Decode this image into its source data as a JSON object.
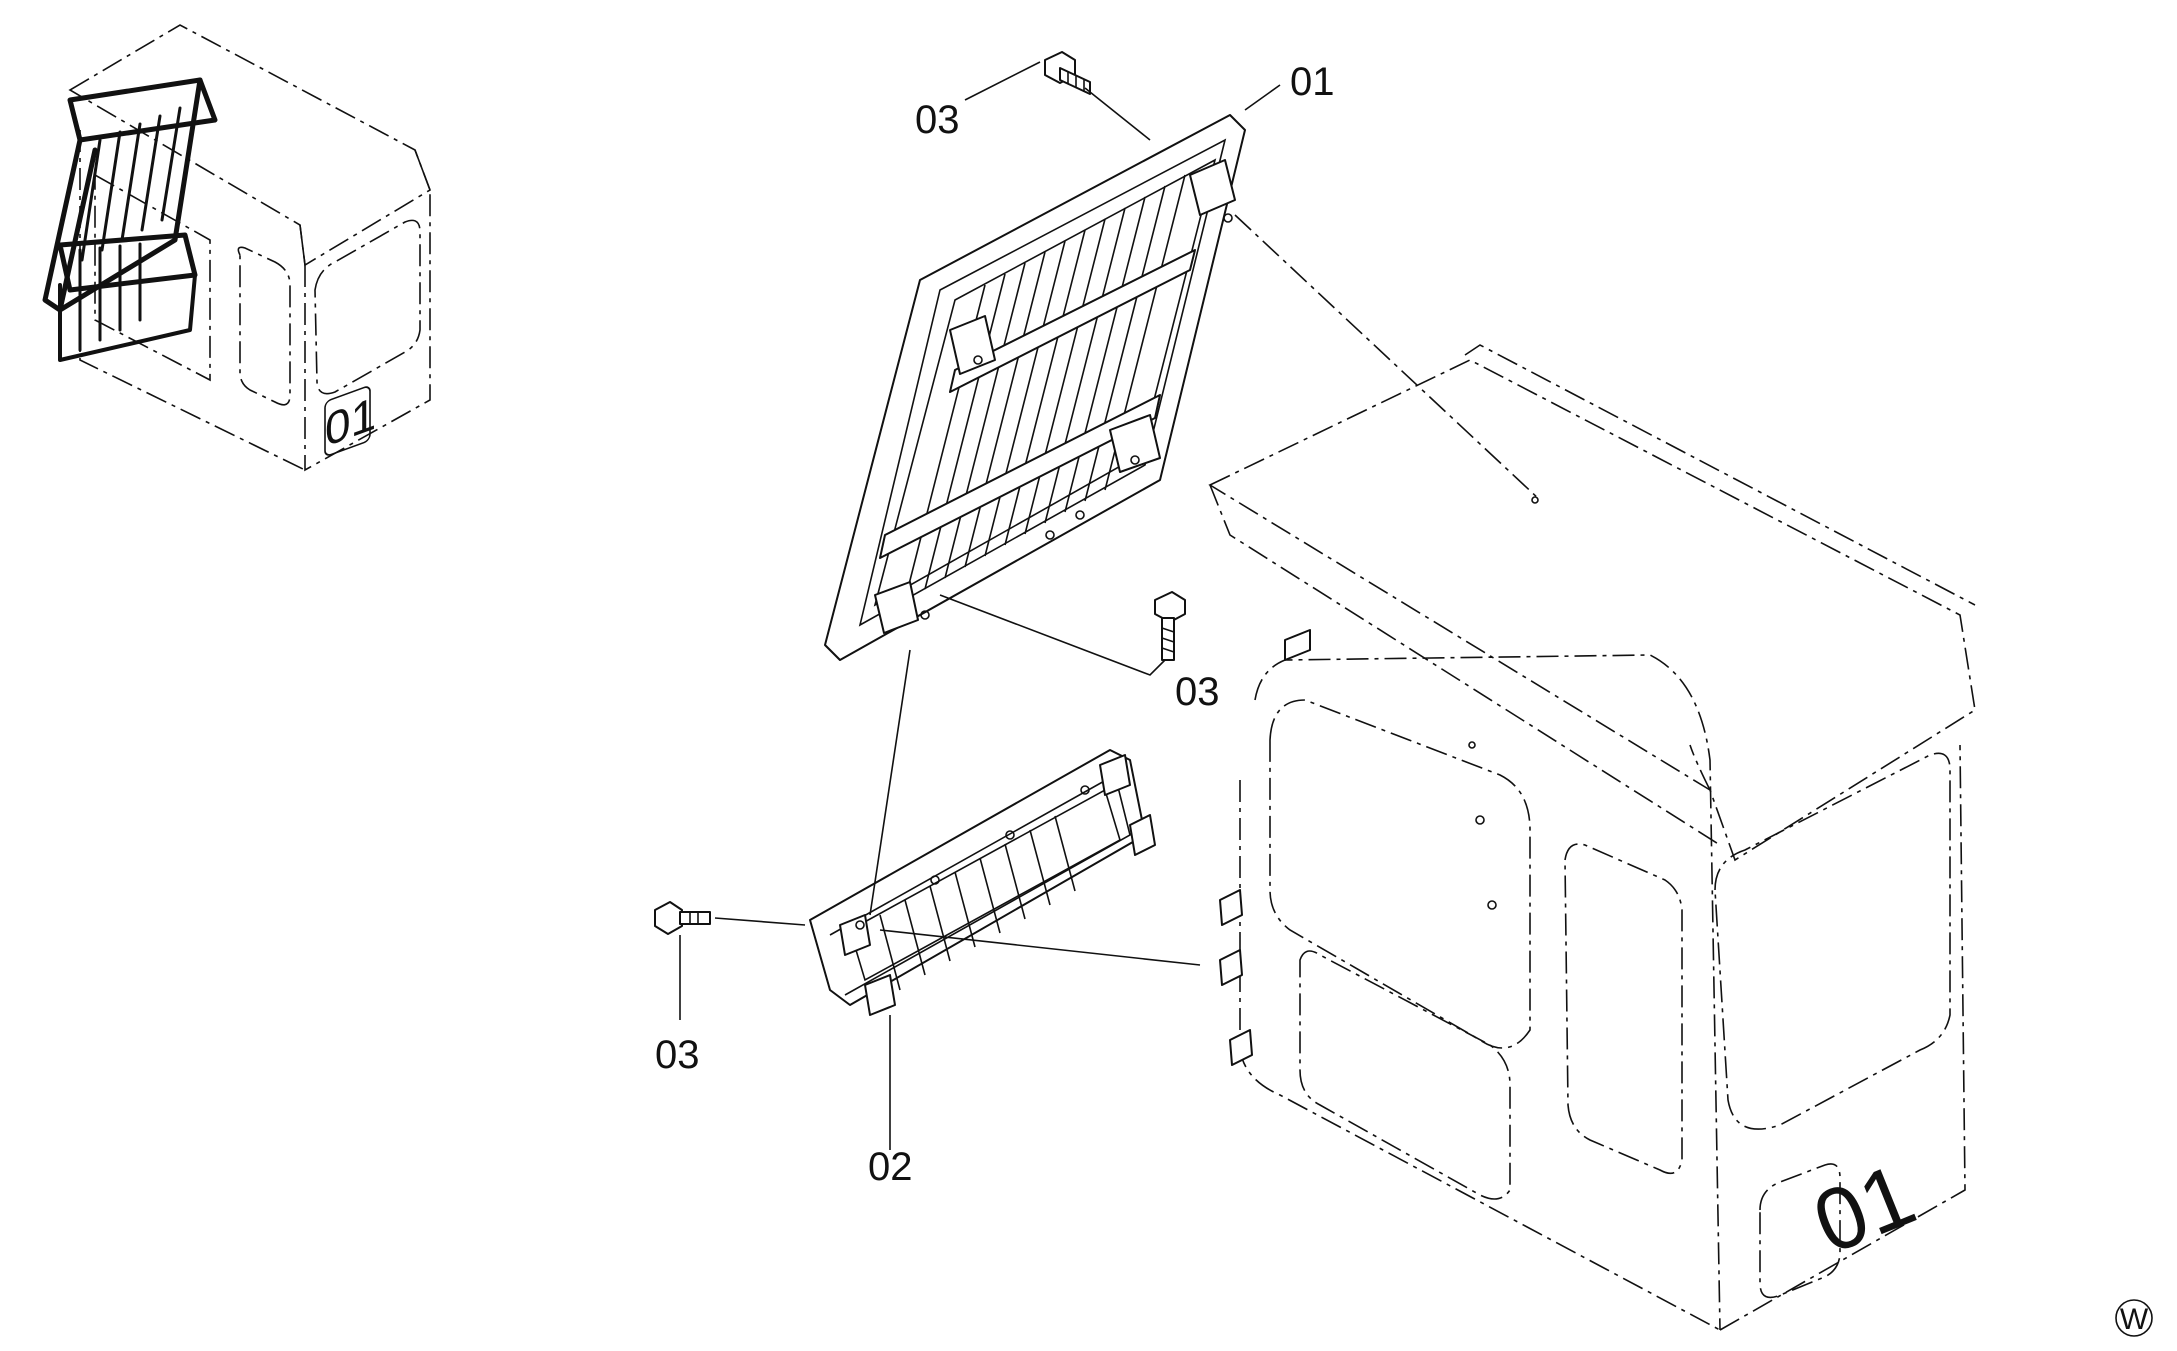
{
  "callouts": {
    "part_01": "01",
    "part_02": "02",
    "part_03_top": "03",
    "part_03_mid": "03",
    "part_03_low": "03",
    "cab_number_large": "01",
    "cab_number_small": "01"
  },
  "corner_mark": "W"
}
